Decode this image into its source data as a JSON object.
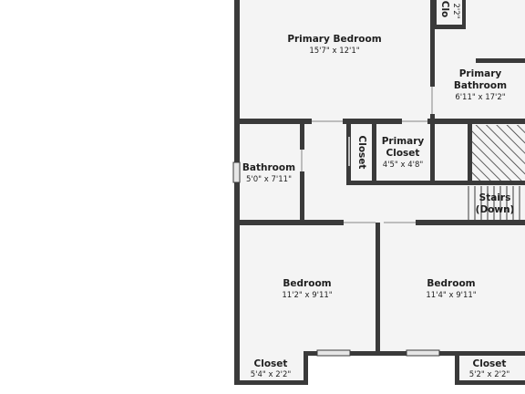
{
  "floor_plan": {
    "colors": {
      "wall": "#3a3a3a",
      "floor": "#f4f4f4",
      "background": "#ffffff",
      "window": "#dcdcdc",
      "hatch": "#3a3a3a"
    },
    "rooms": {
      "primary_bedroom": {
        "name": "Primary Bedroom",
        "dims": "15'7\" x 12'1\""
      },
      "primary_bathroom": {
        "name_line1": "Primary",
        "name_line2": "Bathroom",
        "dims": "6'11\" x 17'2\""
      },
      "top_closet": {
        "name": "Clo",
        "dims": "2'2\""
      },
      "hall_closet": {
        "name": "Closet"
      },
      "primary_closet": {
        "name_line1": "Primary",
        "name_line2": "Closet",
        "dims": "4'5\" x 4'8\""
      },
      "bathroom": {
        "name": "Bathroom",
        "dims": "5'0\" x 7'11\""
      },
      "stairs": {
        "name_line1": "Stairs",
        "name_line2": "(Down)"
      },
      "bedroom_left": {
        "name": "Bedroom",
        "dims": "11'2\" x 9'11\""
      },
      "bedroom_right": {
        "name": "Bedroom",
        "dims": "11'4\" x 9'11\""
      },
      "closet_left": {
        "name": "Closet",
        "dims": "5'4\" x 2'2\""
      },
      "closet_right": {
        "name": "Closet",
        "dims": "5'2\" x 2'2\""
      }
    }
  }
}
